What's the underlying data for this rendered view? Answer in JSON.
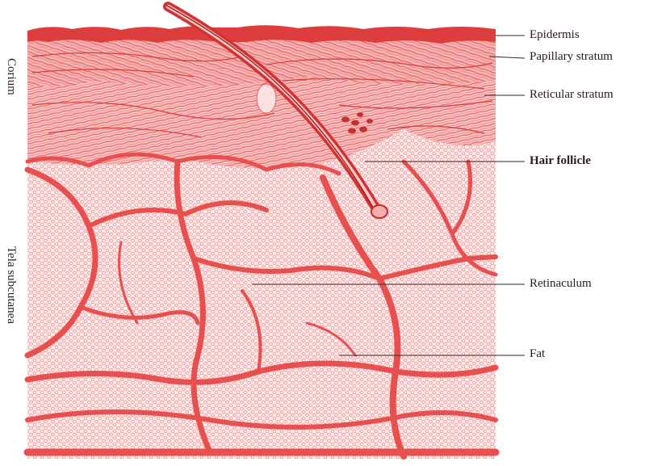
{
  "figure": {
    "callouts": [
      {
        "id": "epidermis",
        "text": "Epidermis"
      },
      {
        "id": "papillary",
        "text": "Papillary stratum"
      },
      {
        "id": "reticular",
        "text": "Reticular stratum"
      },
      {
        "id": "hair",
        "text": "Hair follicle"
      },
      {
        "id": "retinaculum",
        "text": "Retinaculum"
      },
      {
        "id": "fat",
        "text": "Fat"
      }
    ],
    "side_labels": [
      {
        "id": "corium",
        "text": "Corium"
      },
      {
        "id": "tela",
        "text": "Tela subcutanea"
      }
    ]
  },
  "colors": {
    "tissue": "#ee5a5a",
    "tissue_light": "#f6a8a8",
    "tissue_dark": "#d83c3c",
    "fat_bg": "#fdeaea",
    "line": "#3a2624"
  }
}
